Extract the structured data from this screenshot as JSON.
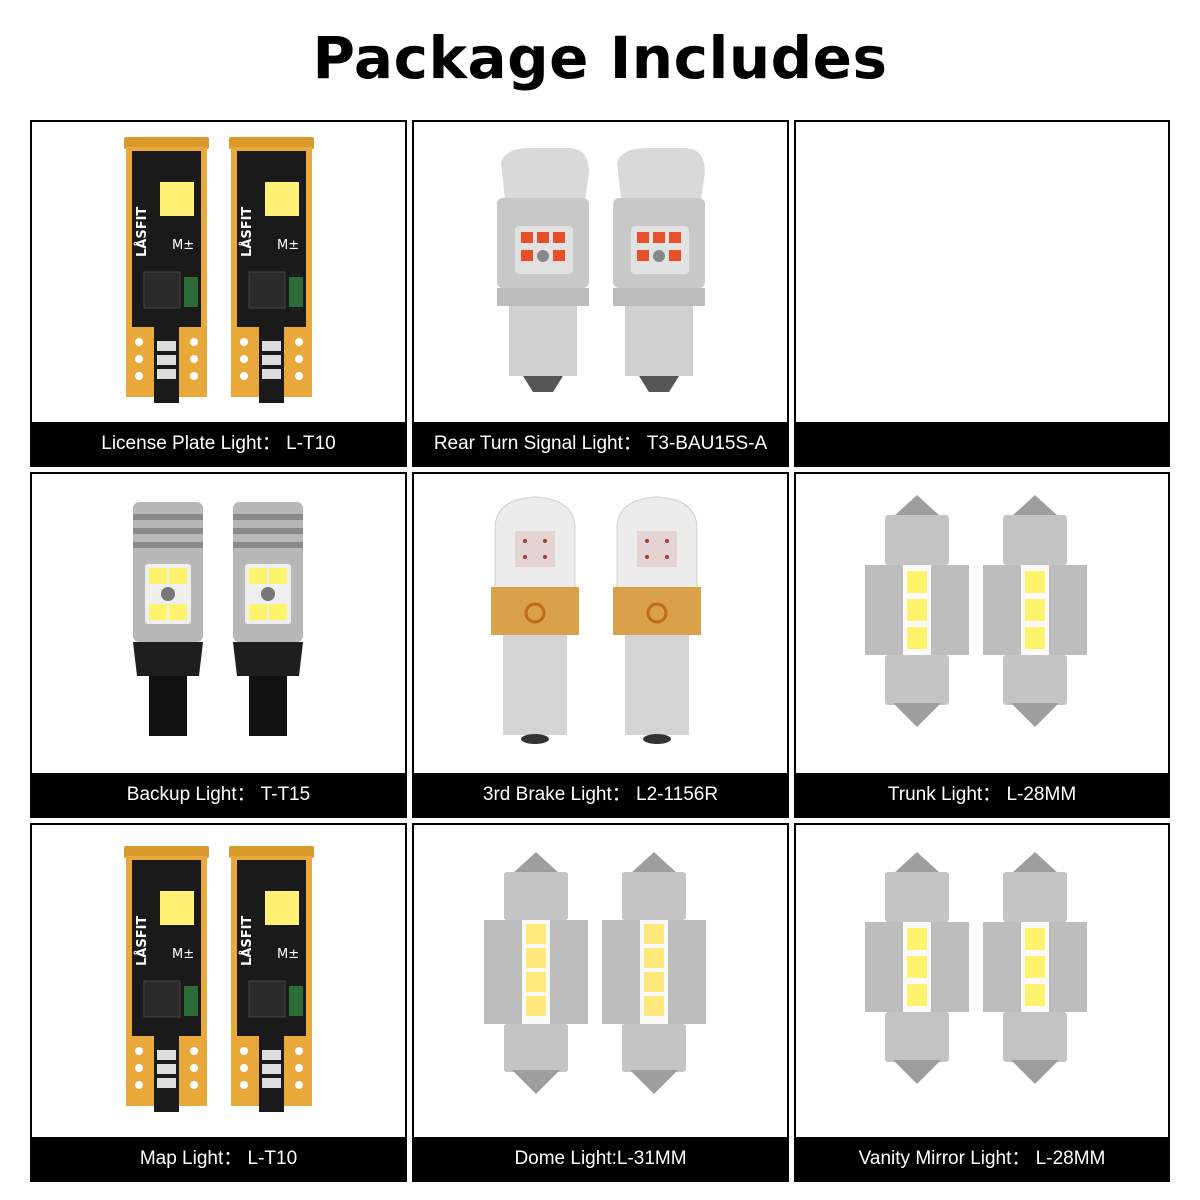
{
  "title": "Package Includes",
  "items": [
    {
      "label": "License Plate Light： L-T10",
      "product": "L-T10",
      "type": "pcb-wedge",
      "icon": "t10-pcb-bulb-icon",
      "count": 2
    },
    {
      "label": "Rear Turn Signal Light： T3-BAU15S-A",
      "product": "T3-BAU15S-A",
      "type": "bau15s",
      "icon": "bau15s-bulb-icon",
      "count": 2,
      "led_color": "#e8502a"
    },
    {
      "label": "",
      "product": "",
      "type": "empty",
      "icon": "",
      "count": 0
    },
    {
      "label": "Backup Light： T-T15",
      "product": "T-T15",
      "type": "t15",
      "icon": "t15-bulb-icon",
      "count": 2
    },
    {
      "label": "3rd Brake Light： L2-1156R",
      "product": "L2-1156R",
      "type": "1156",
      "icon": "1156-bulb-icon",
      "count": 2
    },
    {
      "label": "Trunk Light： L-28MM",
      "product": "L-28MM",
      "type": "festoon3",
      "icon": "festoon-28mm-bulb-icon",
      "count": 2
    },
    {
      "label": "Map Light： L-T10",
      "product": "L-T10",
      "type": "pcb-wedge",
      "icon": "t10-pcb-bulb-icon",
      "count": 2
    },
    {
      "label": "Dome Light:L-31MM",
      "product": "L-31MM",
      "type": "festoon4",
      "icon": "festoon-31mm-bulb-icon",
      "count": 2
    },
    {
      "label": "Vanity Mirror Light： L-28MM",
      "product": "L-28MM",
      "type": "festoon3",
      "icon": "festoon-28mm-bulb-icon",
      "count": 2
    }
  ],
  "brand_mark": "LÅSFİT",
  "colors": {
    "caption_bg": "#000000",
    "caption_text": "#ffffff",
    "border": "#000000",
    "pcb_gold": "#e9a93a",
    "led_white": "#fff36b"
  }
}
